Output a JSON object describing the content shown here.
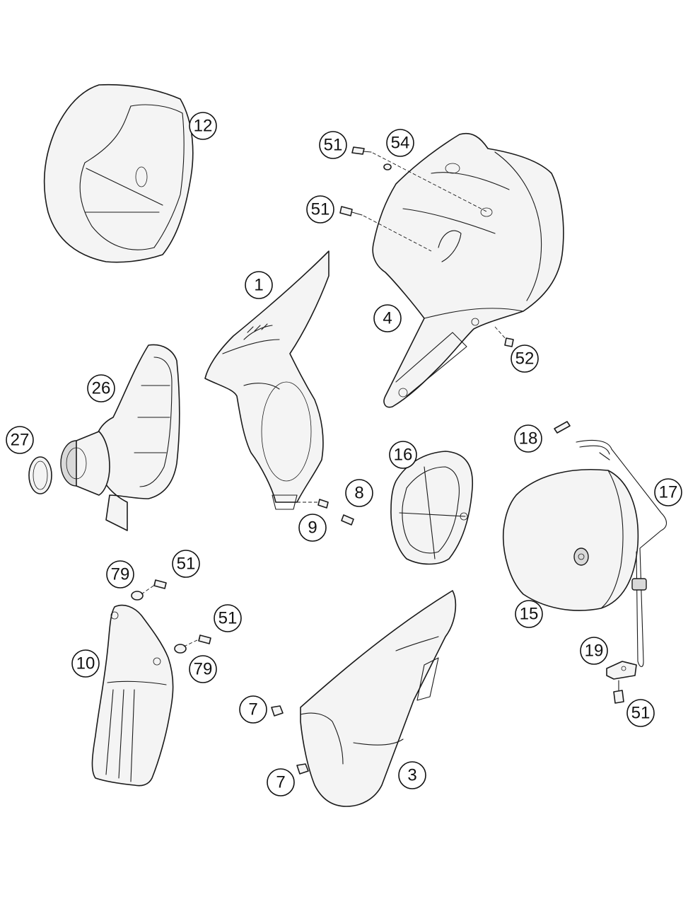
{
  "callouts": [
    {
      "id": "c-12",
      "number": "12"
    },
    {
      "id": "c-51a",
      "number": "51"
    },
    {
      "id": "c-54",
      "number": "54"
    },
    {
      "id": "c-51b",
      "number": "51"
    },
    {
      "id": "c-1",
      "number": "1"
    },
    {
      "id": "c-4",
      "number": "4"
    },
    {
      "id": "c-52",
      "number": "52"
    },
    {
      "id": "c-26",
      "number": "26"
    },
    {
      "id": "c-27",
      "number": "27"
    },
    {
      "id": "c-18",
      "number": "18"
    },
    {
      "id": "c-16",
      "number": "16"
    },
    {
      "id": "c-17",
      "number": "17"
    },
    {
      "id": "c-8",
      "number": "8"
    },
    {
      "id": "c-9",
      "number": "9"
    },
    {
      "id": "c-79a",
      "number": "79"
    },
    {
      "id": "c-51c",
      "number": "51"
    },
    {
      "id": "c-51d",
      "number": "51"
    },
    {
      "id": "c-10",
      "number": "10"
    },
    {
      "id": "c-79b",
      "number": "79"
    },
    {
      "id": "c-15",
      "number": "15"
    },
    {
      "id": "c-19",
      "number": "19"
    },
    {
      "id": "c-7a",
      "number": "7"
    },
    {
      "id": "c-51e",
      "number": "51"
    },
    {
      "id": "c-7b",
      "number": "7"
    },
    {
      "id": "c-3",
      "number": "3"
    }
  ]
}
